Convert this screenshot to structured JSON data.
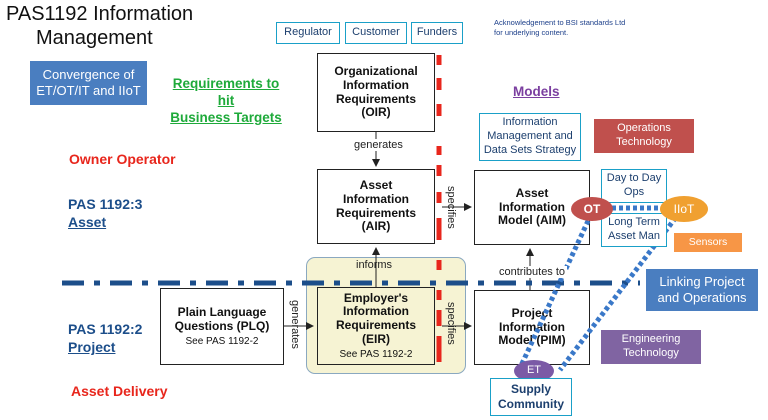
{
  "title": {
    "line1": "PAS1192 Information",
    "line2": "Management"
  },
  "acknowledgement": {
    "line1": "Acknowledgement to BSI standards Ltd",
    "line2": "for underlying content."
  },
  "convergence": {
    "line1": "Convergence of",
    "line2": "ET/OT/IT and IIoT"
  },
  "requirements": {
    "line1": "Requirements to hit",
    "line2": "Business Targets"
  },
  "models": "Models",
  "stakeholders": {
    "regulator": "Regulator",
    "customer": "Customer",
    "funders": "Funders"
  },
  "oir": {
    "l1": "Organizational",
    "l2": "Information",
    "l3": "Requirements",
    "l4": "(OIR)"
  },
  "air": {
    "l1": "Asset",
    "l2": "Information",
    "l3": "Requirements",
    "l4": "(AIR)"
  },
  "eir": {
    "l1": "Employer's",
    "l2": "Information",
    "l3": "Requirements",
    "l4": "(EIR)",
    "sub": "See PAS 1192-2"
  },
  "plq": {
    "l1": "Plain Language",
    "l2": "Questions (PLQ)",
    "sub": "See PAS 1192-2"
  },
  "aim": {
    "l1": "Asset",
    "l2": "Information",
    "l3": "Model (AIM)"
  },
  "pim": {
    "l1": "Project",
    "l2": "Information",
    "l3": "Model (PIM)"
  },
  "connectors": {
    "generates": "generates",
    "informs": "informs",
    "specifies1": "specifies",
    "specifies2": "specifies",
    "generates_vert": "generates",
    "contributes": "contributes to"
  },
  "owner_operator": "Owner Operator",
  "asset_delivery": "Asset Delivery",
  "pas_asset": {
    "l1": "PAS 1192:3",
    "l2": "Asset"
  },
  "pas_project": {
    "l1": "PAS 1192:2",
    "l2": "Project"
  },
  "info_mgmt": {
    "l1": "Information",
    "l2": "Management and",
    "l3": "Data Sets Strategy"
  },
  "operations_tech": {
    "l1": "Operations",
    "l2": "Technology"
  },
  "day_ops": {
    "l1": "Day to Day",
    "l2": "Ops"
  },
  "long_term": {
    "l1": "Long Term",
    "l2": "Asset Man"
  },
  "ot": "OT",
  "iiot": "IIoT",
  "et": "ET",
  "sensors": "Sensors",
  "linking": {
    "l1": "Linking Project",
    "l2": "and Operations"
  },
  "engineering": {
    "l1": "Engineering",
    "l2": "Technology"
  },
  "supply": {
    "l1": "Supply",
    "l2": "Community"
  },
  "colors": {
    "red_label": "#e8261c",
    "navy_label": "#1c4e8a",
    "green": "#1eaa3a",
    "purple": "#7b3fa0",
    "blue_box": "#4a7ec0",
    "ops_box": "#c0504d",
    "sensors": "#f79646",
    "eng_box": "#8064a2",
    "iiot": "#f0a030"
  }
}
